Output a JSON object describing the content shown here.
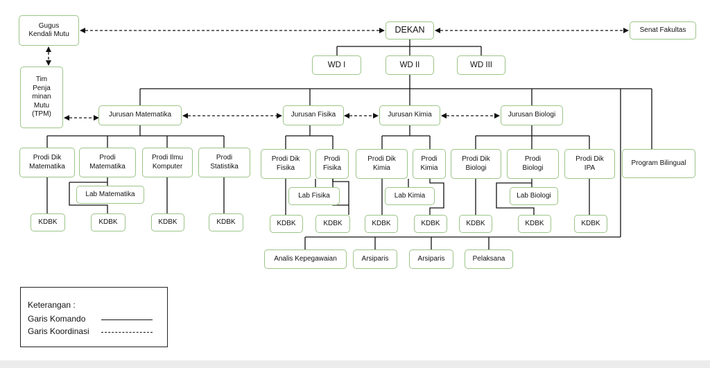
{
  "nodes": {
    "gugus": "Gugus\nKendali Mutu",
    "dekan": "DEKAN",
    "senat": "Senat Fakultas",
    "wd1": "WD I",
    "wd2": "WD II",
    "wd3": "WD III",
    "tpm": "Tim\nPenja\nminan\nMutu\n(TPM)",
    "jur_mat": "Jurusan Matematika",
    "jur_fis": "Jurusan Fisika",
    "jur_kim": "Jurusan Kimia",
    "jur_bio": "Jurusan Biologi",
    "prodi_dik_mat": "Prodi Dik\nMatematika",
    "prodi_mat": "Prodi\nMatematika",
    "prodi_ilkom": "Prodi Ilmu\nKomputer",
    "prodi_stat": "Prodi\nStatistika",
    "prodi_dik_fis": "Prodi Dik\nFisika",
    "prodi_fis": "Prodi\nFisika",
    "prodi_dik_kim": "Prodi Dik\nKimia",
    "prodi_kim": "Prodi\nKimia",
    "prodi_dik_bio": "Prodi Dik\nBiologi",
    "prodi_bio": "Prodi\nBiologi",
    "prodi_dik_ipa": "Prodi Dik\nIPA",
    "prog_bil": "Program Bilingual",
    "lab_mat": "Lab Matematika",
    "lab_fis": "Lab Fisika",
    "lab_kim": "Lab Kimia",
    "lab_bio": "Lab Biologi",
    "kdbk_1": "KDBK",
    "kdbk_2": "KDBK",
    "kdbk_3": "KDBK",
    "kdbk_4": "KDBK",
    "kdbk_5": "KDBK",
    "kdbk_6": "KDBK",
    "kdbk_7": "KDBK",
    "kdbk_8": "KDBK",
    "kdbk_9": "KDBK",
    "kdbk_10": "KDBK",
    "kdbk_11": "KDBK",
    "analis": "Analis Kepegawaian",
    "arsiparis_1": "Arsiparis",
    "arsiparis_2": "Arsiparis",
    "pelaksana": "Pelaksana"
  },
  "legend": {
    "title": "Keterangan :",
    "komando": "Garis Komando",
    "koordinasi": "Garis Koordinasi"
  },
  "colors": {
    "box_border": "#9cc487",
    "line": "#111111"
  }
}
